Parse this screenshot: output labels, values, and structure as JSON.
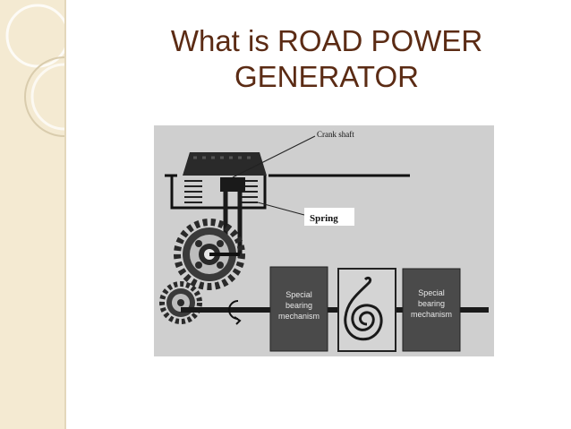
{
  "slide": {
    "title_line1": "What is ROAD POWER",
    "title_line2": "GENERATOR"
  },
  "diagram": {
    "crank_label": "Crank shaft",
    "spring_label": "Spring",
    "box1_line1": "Special",
    "box1_line2": "bearing",
    "box1_line3": "mechanism",
    "box2_line1": "Special",
    "box2_line2": "bearing",
    "box2_line3": "mechanism"
  },
  "colors": {
    "title": "#5b2b14",
    "strip": "#f4ead2",
    "figure_bg": "#cfcfcf",
    "box": "#4a4a4a"
  }
}
